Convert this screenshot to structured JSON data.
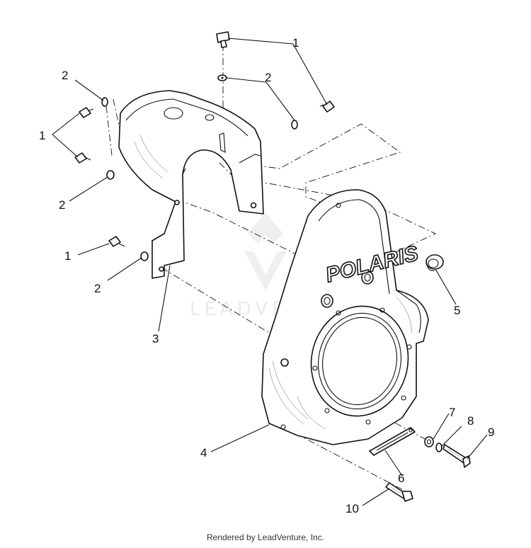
{
  "callouts": {
    "c1a": "1",
    "c2a": "2",
    "c2b": "2",
    "c1b": "1",
    "c2c": "2",
    "c1c": "1",
    "c2d": "2",
    "c3": "3",
    "c5": "5",
    "c4": "4",
    "c7": "7",
    "c8": "8",
    "c9": "9",
    "c6": "6",
    "c10": "10"
  },
  "logo_text": "POLARIS",
  "watermark_text": "LEADVENTURE",
  "footer_text": "Rendered by LeadVenture, Inc."
}
